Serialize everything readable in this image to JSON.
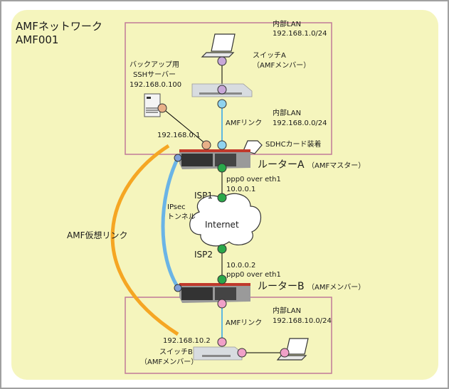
{
  "title": {
    "line1": "AMFネットワーク",
    "line2": "AMF001"
  },
  "colors": {
    "panel": "#f5f5bd",
    "amf_virtual_link": "#f5a623",
    "ipsec_tunnel": "#6ab4e6",
    "amf_link": "#5fb8e0",
    "site_border": "#c07a98"
  },
  "site_a": {
    "pc_lan": {
      "label": "内部LAN",
      "subnet": "192.168.1.0/24"
    },
    "switch_a": {
      "name": "スイッチA",
      "role": "（AMFメンバー）"
    },
    "ssh_server": {
      "line1": "バックアップ用",
      "line2": "SSHサーバー",
      "ip": "192.168.0.100"
    },
    "amf_link": "AMFリンク",
    "lan": {
      "label": "内部LAN",
      "subnet": "192.168.0.0/24"
    },
    "sdhc": "SDHCカード装着",
    "router_ip": "192.168.0.1"
  },
  "router_a": {
    "name": "ルーターA",
    "role": "（AMFマスター）",
    "iface": "ppp0 over eth1",
    "wan_ip": "10.0.0.1"
  },
  "isp1": "ISP1",
  "internet": "Internet",
  "isp2": "ISP2",
  "ipsec": {
    "line1": "IPsec",
    "line2": "トンネル"
  },
  "amf_virtual_link": "AMF仮想リンク",
  "router_b": {
    "name": "ルーターB",
    "role": "（AMFメンバー）",
    "iface": "ppp0 over eth1",
    "wan_ip": "10.0.0.2"
  },
  "site_b": {
    "amf_link": "AMFリンク",
    "lan": {
      "label": "内部LAN",
      "subnet": "192.168.10.0/24"
    },
    "switch_ip": "192.168.10.2",
    "switch_b": {
      "name": "スイッチB",
      "role": "（AMFメンバー）"
    }
  }
}
